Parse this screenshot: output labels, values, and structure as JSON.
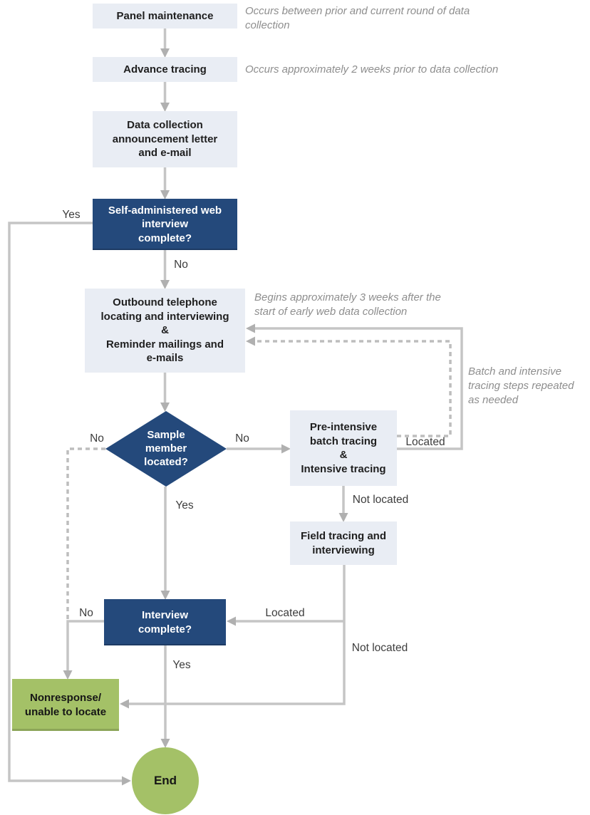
{
  "nodes": {
    "panel_maintenance": "Panel maintenance",
    "advance_tracing": "Advance tracing",
    "announcement": "Data collection\nannouncement letter\nand e-mail",
    "web_interview": "Self-administered web\ninterview\ncomplete?",
    "outbound": "Outbound telephone\nlocating and interviewing\n&\nReminder mailings and\ne-mails",
    "sample_located": "Sample\nmember\nlocated?",
    "pre_intensive": "Pre-intensive\nbatch tracing\n&\nIntensive tracing",
    "field_tracing": "Field tracing and\ninterviewing",
    "interview_complete": "Interview\ncomplete?",
    "nonresponse": "Nonresponse/\nunable to locate",
    "end": "End"
  },
  "edges": {
    "web_yes": "Yes",
    "web_no": "No",
    "sample_no_left": "No",
    "sample_no_right": "No",
    "sample_yes": "Yes",
    "pre_located": "Located",
    "pre_not_located": "Not located",
    "field_located": "Located",
    "field_not_located": "Not located",
    "interview_no": "No",
    "interview_yes": "Yes"
  },
  "notes": {
    "panel": "Occurs between prior and current round of data\ncollection",
    "advance": "Occurs approximately 2 weeks prior to data collection",
    "outbound": "Begins approximately 3 weeks after the\nstart of early web data collection",
    "batch": "Batch and intensive\ntracing steps repeated\nas needed"
  },
  "colors": {
    "process_box": "#e9edf4",
    "decision_box": "#24497b",
    "terminal_green": "#a4c167",
    "connector_gray": "#c5c5c5",
    "arrowhead_gray": "#b0b0b0",
    "note_text": "#8e8e8e"
  }
}
